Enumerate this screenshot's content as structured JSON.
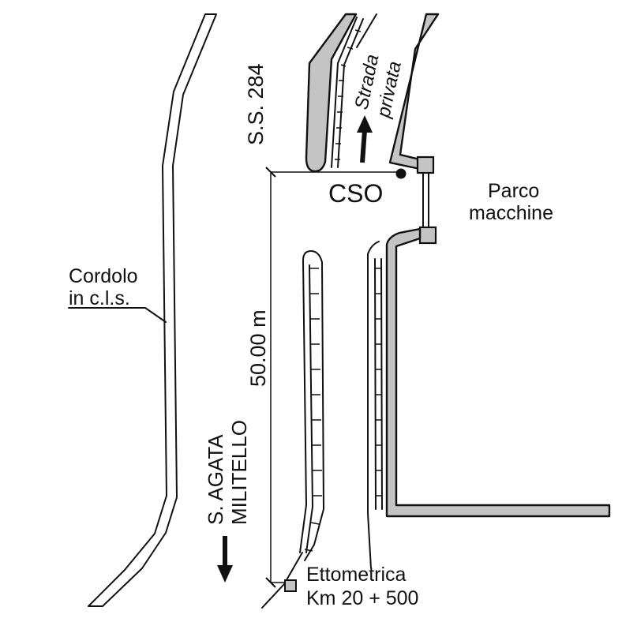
{
  "labels": {
    "road_ss": "S.S. 284",
    "strada": "Strada",
    "privata": "privata",
    "cso": "CSO",
    "parco": "Parco",
    "macchine": "macchine",
    "cordolo": "Cordolo",
    "in_cls": "in c.l.s.",
    "distance": "50.00 m",
    "agata": "S. AGATA",
    "militello": "MILITELLO",
    "ettometrica": "Ettometrica",
    "km": "Km 20 + 500"
  },
  "colors": {
    "line": "#111111",
    "band_fill": "#c4c4c4",
    "marker_fill": "#c4c4c4",
    "background": "#ffffff"
  },
  "icons": {
    "arrow_up": "arrow-up-icon",
    "arrow_down": "arrow-down-icon",
    "cso_point": "dot-icon",
    "hectometric_marker": "square-marker-icon"
  }
}
